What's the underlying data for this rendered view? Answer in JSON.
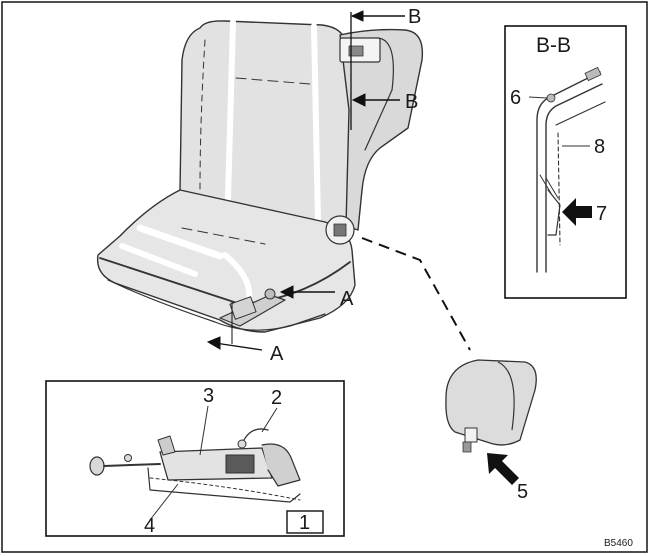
{
  "figure": {
    "code": "B5460",
    "section_cut_top": "B",
    "section_cut_mid": "B",
    "section_cut_a1": "A",
    "section_cut_a2": "A"
  },
  "inset_section": {
    "title": "B-B",
    "callouts": [
      "6",
      "8",
      "7"
    ]
  },
  "inset_detail": {
    "callouts": [
      "3",
      "2",
      "4",
      "1"
    ]
  },
  "detail_head": {
    "callout": "5"
  }
}
